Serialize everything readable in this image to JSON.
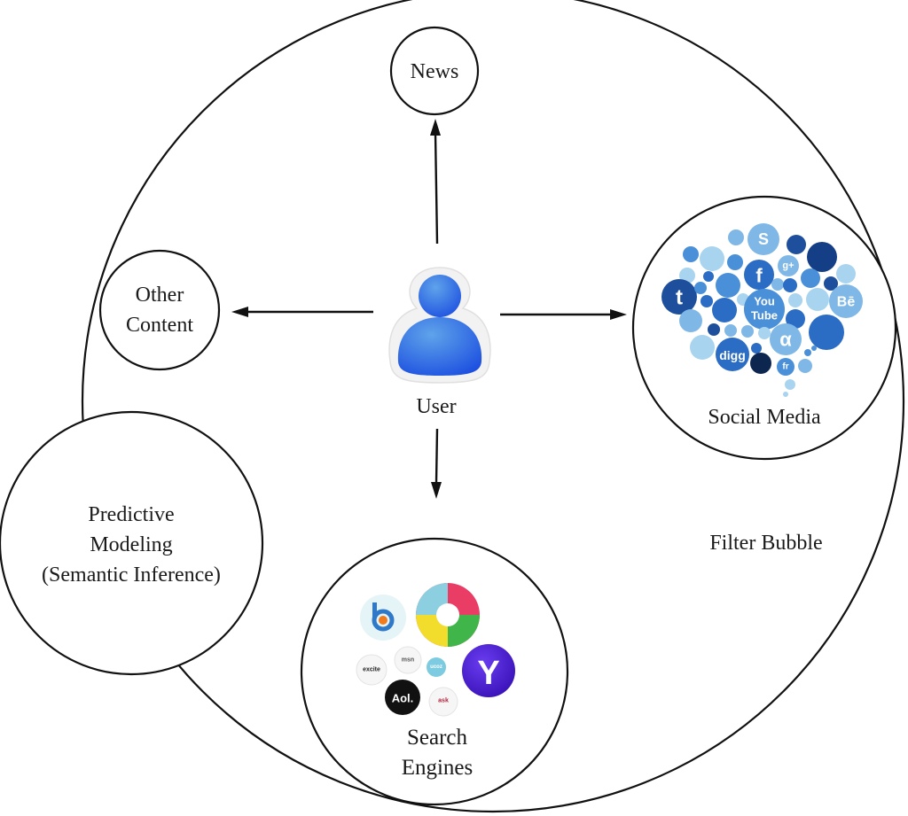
{
  "diagram": {
    "title": "Filter Bubble",
    "center_node": {
      "label": "User",
      "icon": "user-icon",
      "color": "#2f6fe4"
    },
    "nodes": {
      "news": {
        "label": "News"
      },
      "other_content": {
        "label_lines": [
          "Other",
          "Content"
        ]
      },
      "social_media": {
        "label": "Social Media",
        "icons": [
          "skype-icon",
          "apple-icon",
          "evernote-icon",
          "soundcloud-icon",
          "instagram-icon",
          "dribbble-icon",
          "pinterest-icon",
          "facebook-icon",
          "google-plus-icon",
          "share-icon",
          "blogger-icon",
          "xing-icon",
          "linkedin-icon",
          "refresh-icon",
          "picasa-icon",
          "tumblr-icon",
          "youtube-icon",
          "yelp-icon",
          "behance-icon",
          "reddit-icon",
          "twitter-icon",
          "chat-icon",
          "mail-icon",
          "rss-icon",
          "digg-icon",
          "github-icon",
          "alpha-icon",
          "flickr-icon",
          "lastfm-icon",
          "stumbleupon-icon"
        ],
        "icon_text": {
          "skype": "S",
          "facebook": "f",
          "tumblr": "t",
          "youtube_1": "You",
          "youtube_2": "Tube",
          "behance": "Bē",
          "digg": "digg",
          "alpha": "α",
          "google_plus": "g+",
          "flickr": "fr"
        },
        "colors": [
          "#1e4f9c",
          "#2b6cc4",
          "#4a90d9",
          "#7fb8e6",
          "#a9d4ef"
        ]
      },
      "search_engines": {
        "label_lines": [
          "Search",
          "Engines"
        ],
        "icons": [
          "bing-icon",
          "google-icon",
          "excite-icon",
          "msn-icon",
          "ucoz-icon",
          "yahoo-icon",
          "aol-icon",
          "ask-icon"
        ],
        "icon_text": {
          "yahoo": "Y",
          "aol": "Aol.",
          "excite": "excite",
          "msn": "msn",
          "ucoz": "ucoz",
          "ask": "ask"
        }
      },
      "predictive_modeling": {
        "label_lines": [
          "Predictive",
          "Modeling",
          "(Semantic Inference)"
        ]
      }
    },
    "edges": [
      {
        "from": "User",
        "to": "News"
      },
      {
        "from": "User",
        "to": "Other Content"
      },
      {
        "from": "User",
        "to": "Social Media"
      },
      {
        "from": "User",
        "to": "Search Engines"
      }
    ]
  }
}
